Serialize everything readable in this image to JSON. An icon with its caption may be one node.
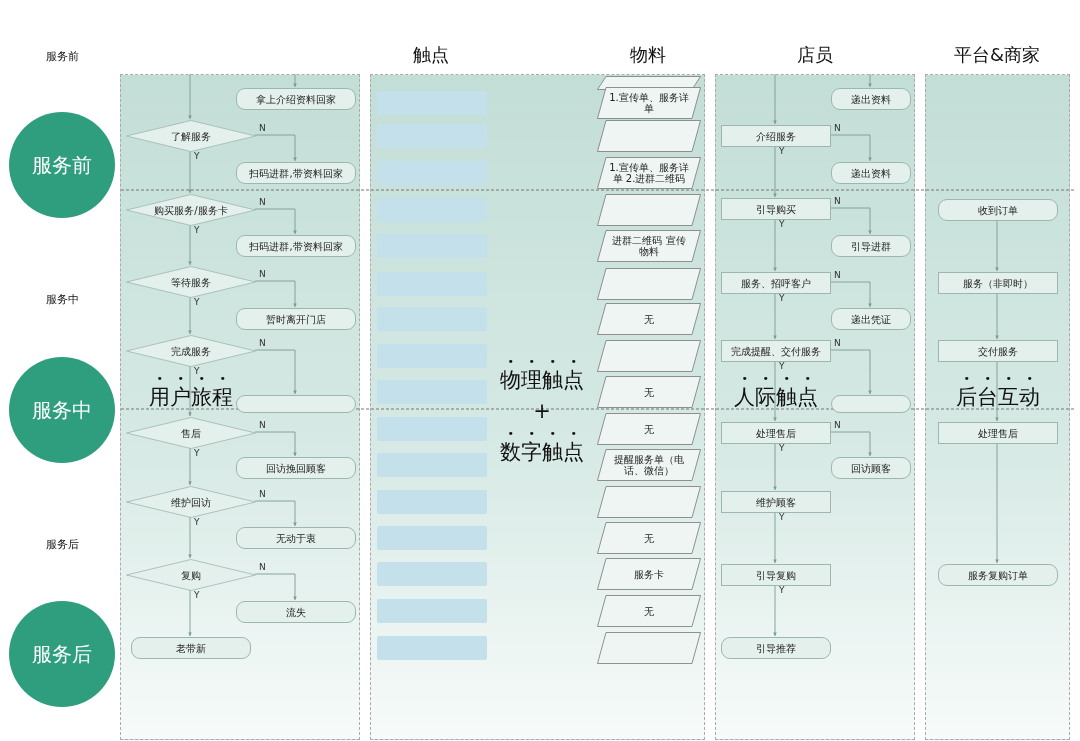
{
  "diagram": {
    "nodes": [
      {
        "text": [
          "服务前"
        ]
      },
      {
        "text": [
          "服务中"
        ]
      },
      {
        "text": [
          "服务后"
        ]
      },
      {
        "text": [
          "用户旅程"
        ]
      },
      {
        "text": [
          "物理触点",
          "+",
          "数字触点"
        ]
      },
      {
        "text": [
          "人际触点"
        ]
      },
      {
        "text": [
          "后台互动"
        ]
      },
      {
        "text": [
          "拿上介绍资料回家"
        ],
        "in": 3
      },
      {
        "text": [
          "了解服务"
        ],
        "in": 3
      },
      {
        "text": [
          "扫码进群,带资料回家"
        ],
        "in": 3
      },
      {
        "text": [
          "购买服务/服务卡"
        ],
        "in": 3
      },
      {
        "text": [
          "扫码进群,带资料回家"
        ],
        "in": 3
      },
      {
        "text": [
          "等待服务"
        ],
        "in": 3
      },
      {
        "text": [
          "暂时离开门店"
        ],
        "in": 3
      },
      {
        "text": [
          "完成服务"
        ],
        "in": 3
      },
      {
        "text": [],
        "shape": "box",
        "in": 3
      },
      {
        "text": [
          "售后"
        ],
        "in": 3
      },
      {
        "text": [
          "回访挽回顾客"
        ],
        "in": 3
      },
      {
        "text": [
          "维护回访"
        ],
        "in": 3
      },
      {
        "text": [
          "无动于衷"
        ],
        "in": 3
      },
      {
        "text": [
          "复购"
        ],
        "in": 3
      },
      {
        "text": [
          "流失"
        ],
        "in": 3
      },
      {
        "text": [
          "老带新"
        ],
        "in": 3
      },
      {
        "text": [],
        "shape": "parallelogram",
        "in": 4
      },
      {
        "text": [],
        "shape": "box",
        "in": 4
      },
      {
        "text": [
          "1.宣传单、服务详单"
        ],
        "in": 4
      },
      {
        "text": [],
        "shape": "box",
        "in": 4
      },
      {
        "text": [],
        "shape": "parallelogram",
        "in": 4
      },
      {
        "text": [],
        "shape": "box",
        "in": 4
      },
      {
        "text": [
          "1.宣传单、服务详单 2.进群二维码"
        ],
        "in": 4
      },
      {
        "text": [],
        "shape": "box",
        "in": 4
      },
      {
        "text": [],
        "shape": "parallelogram",
        "in": 4
      },
      {
        "text": [],
        "shape": "box",
        "in": 4
      },
      {
        "text": [
          "进群二维码 宣传物料"
        ],
        "in": 4
      },
      {
        "text": [],
        "shape": "box",
        "in": 4
      },
      {
        "text": [],
        "shape": "parallelogram",
        "in": 4
      },
      {
        "text": [],
        "shape": "box",
        "in": 4
      },
      {
        "text": [
          "无"
        ],
        "in": 4
      },
      {
        "text": [],
        "shape": "box",
        "in": 4
      },
      {
        "text": [],
        "shape": "parallelogram",
        "in": 4
      },
      {
        "text": [],
        "shape": "box",
        "in": 4
      },
      {
        "text": [
          "无"
        ],
        "in": 4
      },
      {
        "text": [],
        "shape": "box",
        "in": 4
      },
      {
        "text": [
          "无"
        ],
        "in": 4
      },
      {
        "text": [],
        "shape": "box",
        "in": 4
      },
      {
        "text": [
          "提醒服务单（电话、微信）"
        ],
        "in": 4
      },
      {
        "text": [],
        "shape": "box",
        "in": 4
      },
      {
        "text": [],
        "shape": "parallelogram",
        "in": 4
      },
      {
        "text": [],
        "shape": "box",
        "in": 4
      },
      {
        "text": [
          "无"
        ],
        "in": 4
      },
      {
        "text": [],
        "shape": "box",
        "in": 4
      },
      {
        "text": [
          "服务卡"
        ],
        "in": 4
      },
      {
        "text": [],
        "shape": "box",
        "in": 4
      },
      {
        "text": [
          "无"
        ],
        "in": 4
      },
      {
        "text": [],
        "shape": "box",
        "in": 4
      },
      {
        "text": [],
        "shape": "parallelogram",
        "in": 4
      },
      {
        "text": [
          "递出资料"
        ],
        "in": 5
      },
      {
        "text": [
          "介绍服务"
        ],
        "in": 5
      },
      {
        "text": [
          "递出资料"
        ],
        "in": 5
      },
      {
        "text": [
          "引导购买"
        ],
        "in": 5
      },
      {
        "text": [
          "引导进群"
        ],
        "in": 5
      },
      {
        "text": [
          "服务、招呼客户"
        ],
        "in": 5
      },
      {
        "text": [
          "递出凭证"
        ],
        "in": 5
      },
      {
        "text": [
          "完成提醒、交付服务"
        ],
        "in": 5
      },
      {
        "text": [],
        "shape": "box",
        "in": 5
      },
      {
        "text": [
          "处理售后"
        ],
        "in": 5
      },
      {
        "text": [
          "回访顾客"
        ],
        "in": 5
      },
      {
        "text": [
          "维护顾客"
        ],
        "in": 5
      },
      {
        "text": [
          "引导复购"
        ],
        "in": 5
      },
      {
        "text": [
          "引导推荐"
        ],
        "in": 5
      },
      {
        "text": [
          "收到订单"
        ],
        "in": 6
      },
      {
        "text": [
          "服务（非即时）"
        ],
        "in": 6
      },
      {
        "text": [
          "交付服务"
        ],
        "in": 6
      },
      {
        "text": [
          "处理售后"
        ],
        "in": 6
      },
      {
        "text": [
          "服务复购订单"
        ],
        "in": 6
      }
    ],
    "edges": [
      {
        "from": null,
        "to": 7,
        "arrow": "to"
      },
      {
        "from": null,
        "to": 8,
        "arrow": "to"
      },
      {
        "from": 8,
        "to": 9,
        "arrow": "to",
        "label": "N"
      },
      {
        "from": 8,
        "to": 10,
        "arrow": "to",
        "label": "Y"
      },
      {
        "from": 10,
        "to": 11,
        "arrow": "to",
        "label": "N"
      },
      {
        "from": 10,
        "to": 12,
        "arrow": "to",
        "label": "Y"
      },
      {
        "from": 12,
        "to": 13,
        "arrow": "to",
        "label": "N"
      },
      {
        "from": 12,
        "to": 14,
        "arrow": "to",
        "label": "Y"
      },
      {
        "from": 14,
        "to": 15,
        "arrow": "to",
        "label": "N"
      },
      {
        "from": 14,
        "to": 16,
        "arrow": "to",
        "label": "Y"
      },
      {
        "from": 16,
        "to": 17,
        "arrow": "to",
        "label": "N"
      },
      {
        "from": 16,
        "to": 18,
        "arrow": "to",
        "label": "Y"
      },
      {
        "from": 18,
        "to": 19,
        "arrow": "to",
        "label": "N"
      },
      {
        "from": 18,
        "to": 20,
        "arrow": "to",
        "label": "Y"
      },
      {
        "from": 20,
        "to": 21,
        "arrow": "to",
        "label": "N"
      },
      {
        "from": 20,
        "to": 22,
        "arrow": "to",
        "label": "Y"
      },
      {
        "from": null,
        "to": 56,
        "arrow": "to"
      },
      {
        "from": null,
        "to": 57,
        "arrow": "to"
      },
      {
        "from": 57,
        "to": 58,
        "arrow": "to",
        "label": "N"
      },
      {
        "from": 57,
        "to": 59,
        "arrow": "to",
        "label": "Y"
      },
      {
        "from": 59,
        "to": 60,
        "arrow": "to",
        "label": "N"
      },
      {
        "from": 59,
        "to": 61,
        "arrow": "to",
        "label": "Y"
      },
      {
        "from": 61,
        "to": 62,
        "arrow": "to",
        "label": "N"
      },
      {
        "from": 61,
        "to": 63,
        "arrow": "to",
        "label": "Y"
      },
      {
        "from": 63,
        "to": 64,
        "arrow": "to",
        "label": "N"
      },
      {
        "from": 63,
        "to": 65,
        "arrow": "to",
        "label": "Y"
      },
      {
        "from": 65,
        "to": 66,
        "arrow": "to",
        "label": "N"
      },
      {
        "from": 65,
        "to": 67,
        "arrow": "to",
        "label": "Y"
      },
      {
        "from": 67,
        "to": 68,
        "arrow": "to",
        "label": "Y"
      },
      {
        "from": 68,
        "to": 69,
        "arrow": "to",
        "label": "Y"
      },
      {
        "from": 70,
        "to": 71,
        "arrow": "to"
      },
      {
        "from": 71,
        "to": 72,
        "arrow": "to"
      },
      {
        "from": 72,
        "to": 73,
        "arrow": "to"
      },
      {
        "from": 73,
        "to": 74,
        "arrow": "to"
      }
    ],
    "labels": [
      "服务前",
      "触点",
      "物料",
      "店员",
      "平台&商家",
      "服务中",
      "服务后"
    ]
  }
}
